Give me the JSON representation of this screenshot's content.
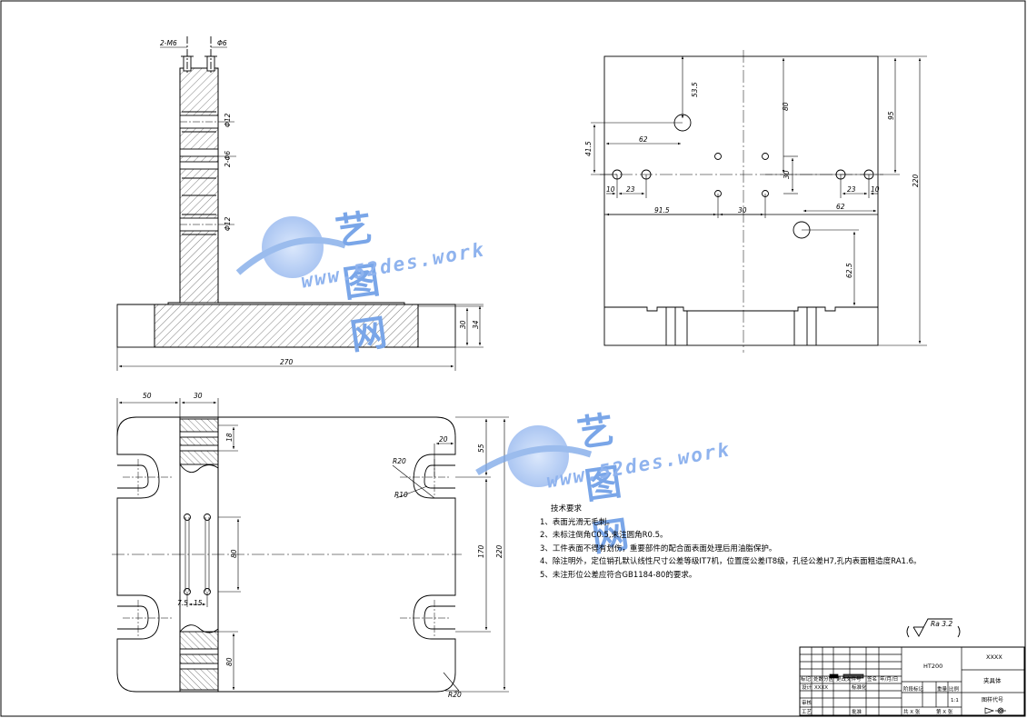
{
  "watermark": {
    "brand_cn": "艺图网",
    "brand_url": "www.52des.work"
  },
  "dimensions": {
    "top_2m6": "2-M6",
    "top_phi6": "Φ6",
    "phi12_a": "Φ12",
    "phi12_b": "Φ12",
    "two_phi6": "2-Φ6",
    "w270": "270",
    "h30": "30",
    "h34": "34",
    "r_53_5": "53.5",
    "r_80": "80",
    "r_95": "95",
    "r_220": "220",
    "r_41_5": "41.5",
    "r_62a": "62",
    "r_30v": "30",
    "r_10a": "10",
    "r_23a": "23",
    "r_23b": "23",
    "r_10b": "10",
    "r_91_5": "91.5",
    "r_30h": "30",
    "r_62b": "62",
    "r_62_5": "62.5",
    "b_50": "50",
    "b_30": "30",
    "b_18": "18",
    "b_20": "20",
    "b_55": "55",
    "b_r20a": "R20",
    "b_r10": "R10",
    "b_170": "170",
    "b_220": "220",
    "b_80a": "80",
    "b_80b": "80",
    "b_7_5": "7.5",
    "b_15": "15",
    "b_r20b": "R20"
  },
  "technical_notes": {
    "title": "技术要求",
    "items": [
      "1、表面光滑无毛刺。",
      "2、未标注倒角C0.5,未注圆角R0.5。",
      "3、工件表面不得有划伤，重要部件的配合面表面处理后用油脂保护。",
      "4、除注明外，定位销孔默认线性尺寸公差等级IT7机，位置度公差IT8级，孔径公差H7,孔内表面粗造度RA1.6。",
      "5、未注形位公差应符合GB1184-80的要求。"
    ]
  },
  "surface_finish": "Ra 3.2",
  "title_block": {
    "material": "HT200",
    "company": "XXXX",
    "part_name": "夹具体",
    "drawing_no": "图样代号",
    "designer": "XXXX",
    "row_labels": [
      "标记",
      "处数",
      "分区",
      "更改文件号",
      "签名",
      "年/月/日"
    ],
    "design_label": "设计",
    "standard_label": "标准化",
    "review_label": "审核",
    "process_label": "工艺",
    "approve_label": "批准",
    "stage_label": "阶段标记",
    "weight_label": "重量",
    "scale_label": "比例",
    "scale_value": "1:1",
    "sheet_total": "共 X 张",
    "sheet_no": "第 X 张"
  }
}
